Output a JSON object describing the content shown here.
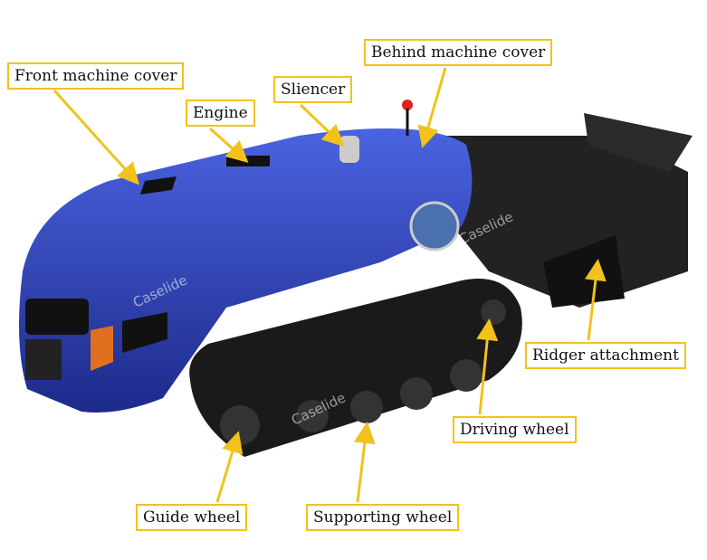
{
  "labels": {
    "front_cover": "Front machine cover",
    "engine": "Engine",
    "silencer": "Sliencer",
    "behind_cover": "Behind machine cover",
    "ridger": "Ridger attachment",
    "driving_wheel": "Driving wheel",
    "guide_wheel": "Guide wheel",
    "supporting_wheel": "Supporting wheel"
  },
  "watermark": "Caselide",
  "colors": {
    "label_border": "#f2c21b",
    "arrow": "#f2c21b",
    "body": "#2a3fb5",
    "track": "#1a1a1a"
  }
}
